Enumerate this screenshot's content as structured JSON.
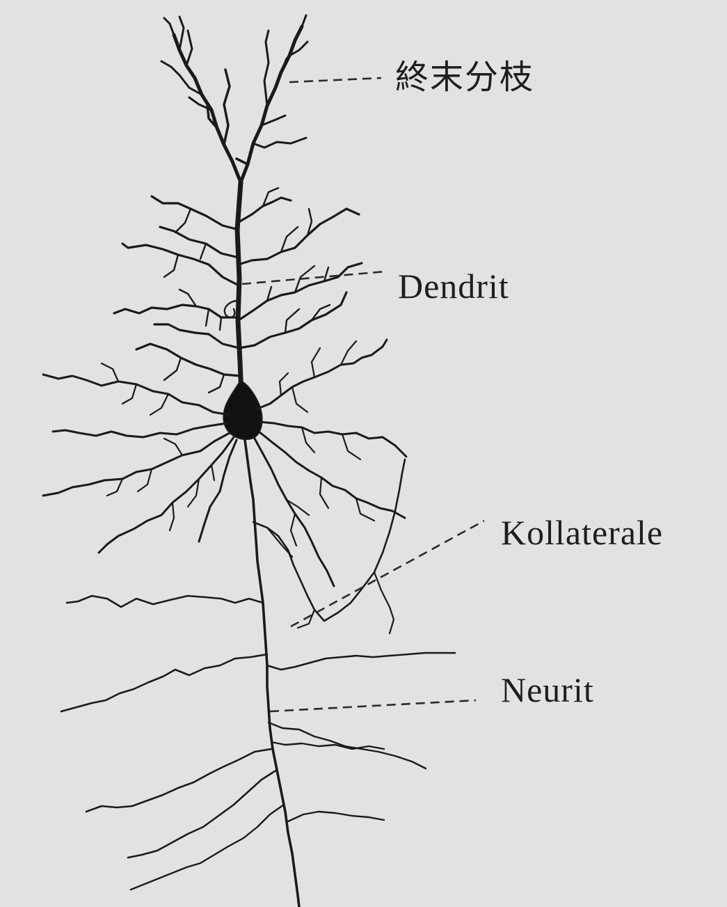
{
  "labels": {
    "terminal_branches": "終末分枝",
    "dendrite": "Dendrit",
    "collateral": "Kollaterale",
    "neurite": "Neurit"
  },
  "colors": {
    "background": "#e2e2e2",
    "ink": "#1e1e1e"
  }
}
